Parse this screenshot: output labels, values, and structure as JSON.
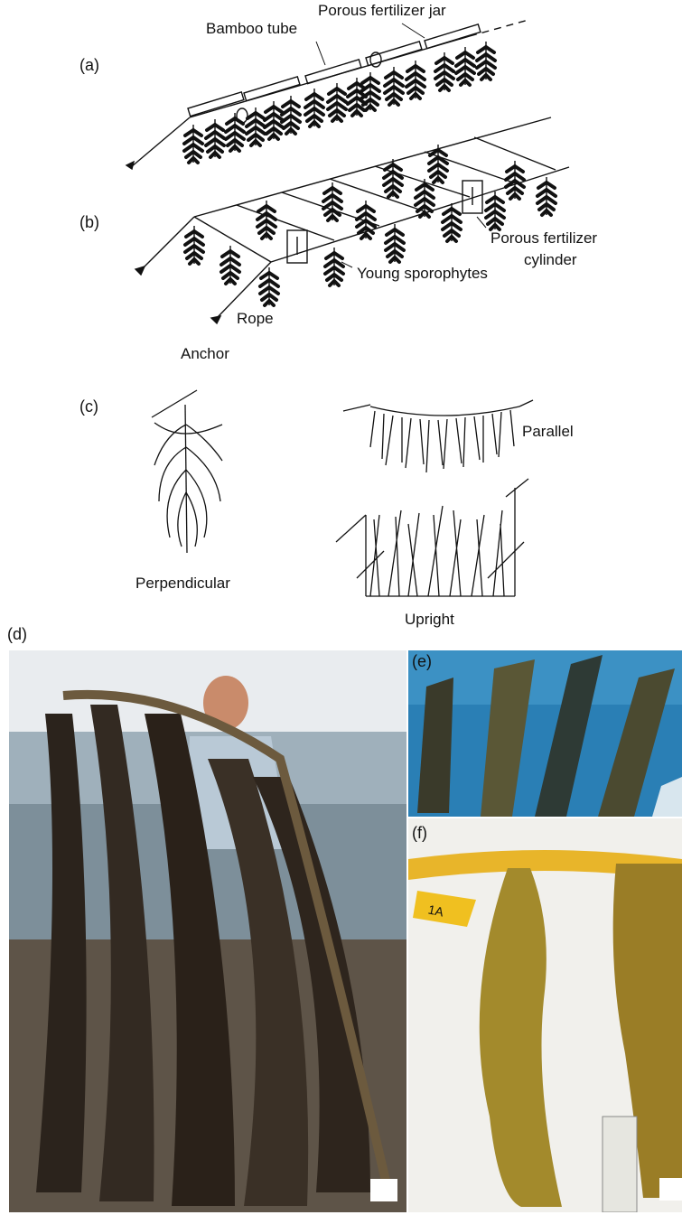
{
  "panel_a": {
    "letter": "(a)",
    "labels": {
      "bamboo_tube": "Bamboo tube",
      "fertilizer_jar": "Porous fertilizer jar"
    }
  },
  "panel_b": {
    "letter": "(b)",
    "labels": {
      "fertilizer_cylinder_line1": "Porous fertilizer",
      "fertilizer_cylinder_line2": "cylinder",
      "young_sporophytes": "Young sporophytes",
      "rope": "Rope",
      "anchor": "Anchor"
    }
  },
  "panel_c": {
    "letter": "(c)",
    "labels": {
      "perpendicular": "Perpendicular",
      "parallel": "Parallel",
      "upright": "Upright"
    }
  },
  "photos": {
    "d": {
      "letter": "(d)"
    },
    "e": {
      "letter": "(e)"
    },
    "f": {
      "letter": "(f)",
      "tag_text": "1A"
    }
  },
  "colors": {
    "ink": "#111111",
    "sea": "#2a7fb5",
    "kelp_dark": "#2b231c",
    "kelp_gold": "#a38a2c",
    "rope_yellow": "#e8b52a"
  }
}
